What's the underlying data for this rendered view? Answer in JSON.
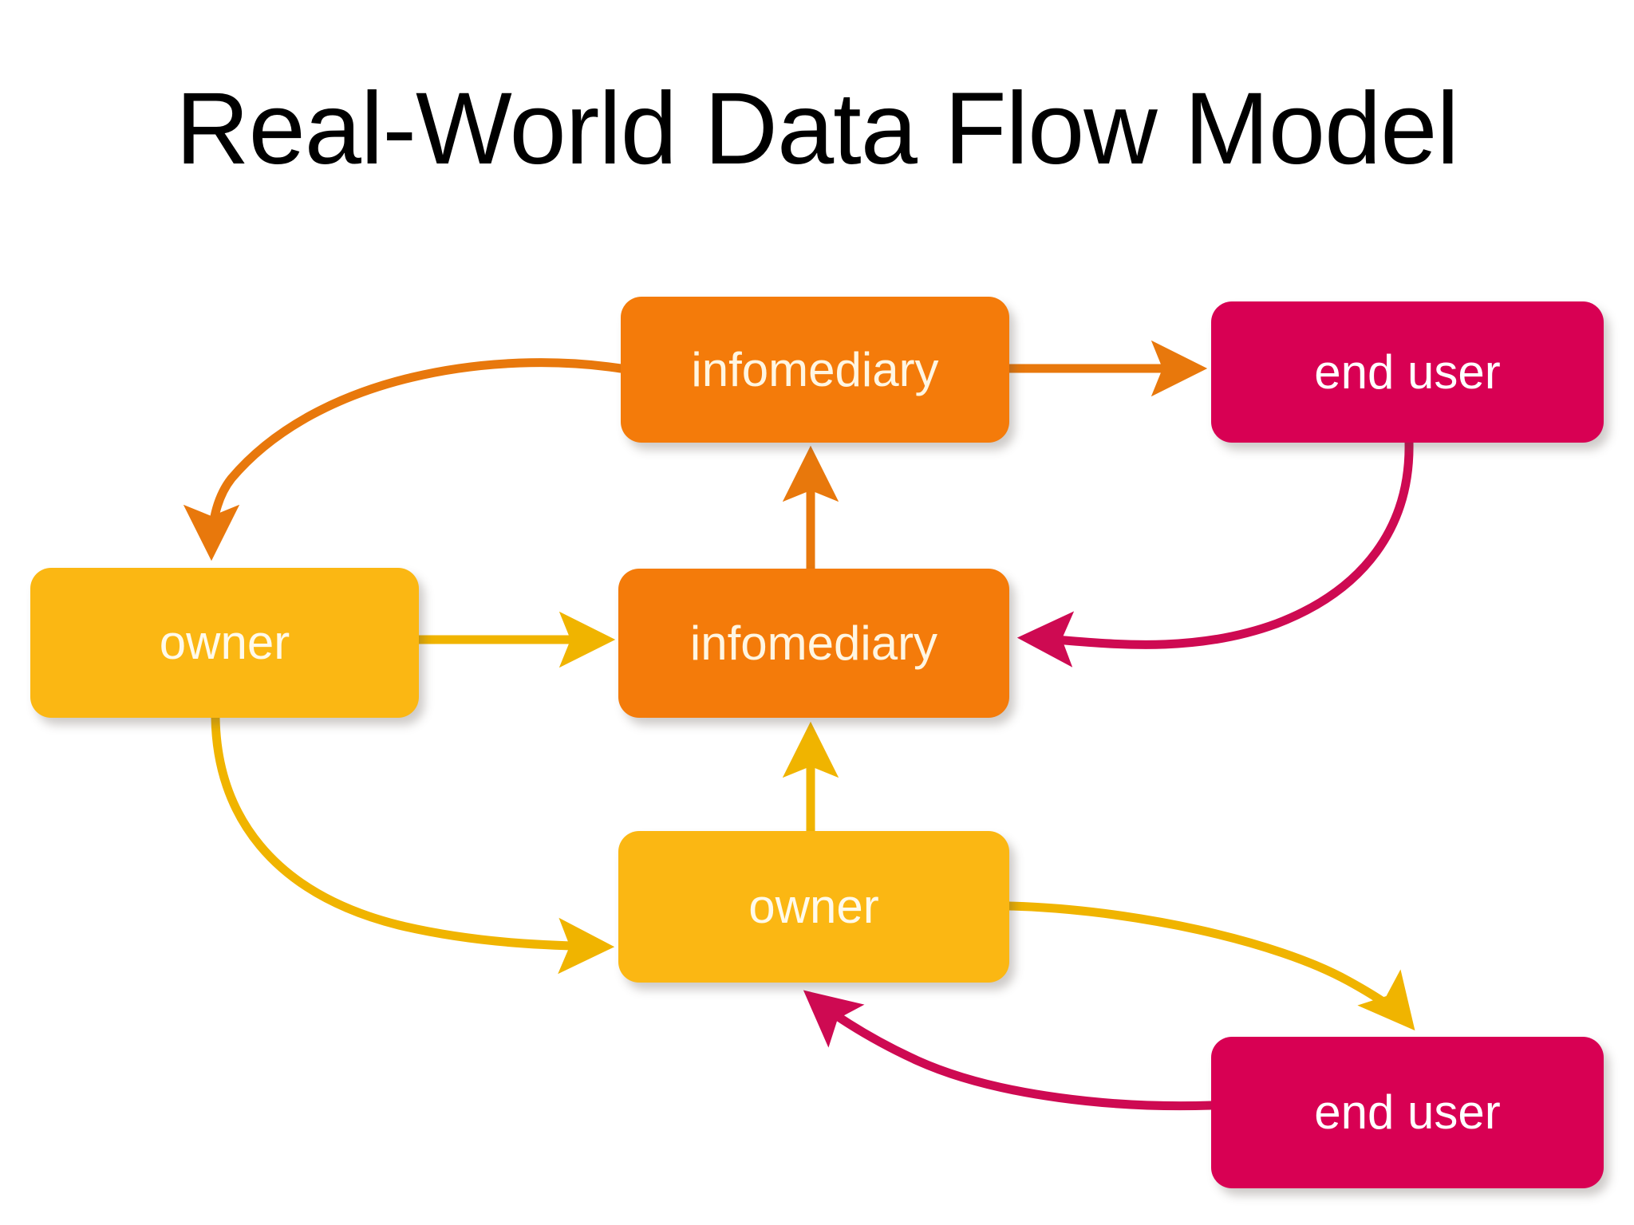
{
  "slide": {
    "title": "Real-World Data Flow Model",
    "background_color": "#FFFFFF"
  },
  "palette": {
    "orange": "#F47B0A",
    "amber": "#FBB713",
    "crimson": "#D80053",
    "title_text": "#000000",
    "node_text_light": "#FFF6E2",
    "node_text_white": "#FFFFFF"
  },
  "nodes": [
    {
      "id": "infomediary-top",
      "label": "infomediary",
      "color": "#F47B0A",
      "role": "infomediary"
    },
    {
      "id": "end-user-top",
      "label": "end user",
      "color": "#D80053",
      "role": "end user"
    },
    {
      "id": "owner-left",
      "label": "owner",
      "color": "#FBB713",
      "role": "owner"
    },
    {
      "id": "infomediary-center",
      "label": "infomediary",
      "color": "#F47B0A",
      "role": "infomediary"
    },
    {
      "id": "owner-bottom",
      "label": "owner",
      "color": "#FBB713",
      "role": "owner"
    },
    {
      "id": "end-user-bottom",
      "label": "end user",
      "color": "#D80053",
      "role": "end user"
    }
  ],
  "edges": [
    {
      "id": "infomediary-top-to-owner-left",
      "from": "infomediary-top",
      "to": "owner-left",
      "color": "#E8780C",
      "style": "curved"
    },
    {
      "id": "infomediary-top-to-end-user-top",
      "from": "infomediary-top",
      "to": "end-user-top",
      "color": "#E8780C",
      "style": "straight"
    },
    {
      "id": "infomediary-center-to-infomediary-top",
      "from": "infomediary-center",
      "to": "infomediary-top",
      "color": "#E8780C",
      "style": "straight"
    },
    {
      "id": "owner-left-to-infomediary-center",
      "from": "owner-left",
      "to": "infomediary-center",
      "color": "#F0B400",
      "style": "straight"
    },
    {
      "id": "owner-left-to-owner-bottom",
      "from": "owner-left",
      "to": "owner-bottom",
      "color": "#F0B400",
      "style": "curved"
    },
    {
      "id": "owner-bottom-to-infomediary-center",
      "from": "owner-bottom",
      "to": "infomediary-center",
      "color": "#F0B400",
      "style": "straight"
    },
    {
      "id": "owner-bottom-to-end-user-bottom",
      "from": "owner-bottom",
      "to": "end-user-bottom",
      "color": "#F0B400",
      "style": "curved"
    },
    {
      "id": "end-user-top-to-infomediary-center",
      "from": "end-user-top",
      "to": "infomediary-center",
      "color": "#CE0A52",
      "style": "curved"
    },
    {
      "id": "end-user-bottom-to-owner-bottom",
      "from": "end-user-bottom",
      "to": "owner-bottom",
      "color": "#CE0A52",
      "style": "curved"
    }
  ],
  "chart_data": {
    "type": "diagram",
    "title": "Real-World Data Flow Model",
    "nodes": [
      "infomediary",
      "end user",
      "owner",
      "infomediary",
      "owner",
      "end user"
    ],
    "links": [
      [
        "infomediary-top",
        "owner-left"
      ],
      [
        "infomediary-top",
        "end-user-top"
      ],
      [
        "infomediary-center",
        "infomediary-top"
      ],
      [
        "owner-left",
        "infomediary-center"
      ],
      [
        "owner-left",
        "owner-bottom"
      ],
      [
        "owner-bottom",
        "infomediary-center"
      ],
      [
        "owner-bottom",
        "end-user-bottom"
      ],
      [
        "end-user-top",
        "infomediary-center"
      ],
      [
        "end-user-bottom",
        "owner-bottom"
      ]
    ]
  }
}
